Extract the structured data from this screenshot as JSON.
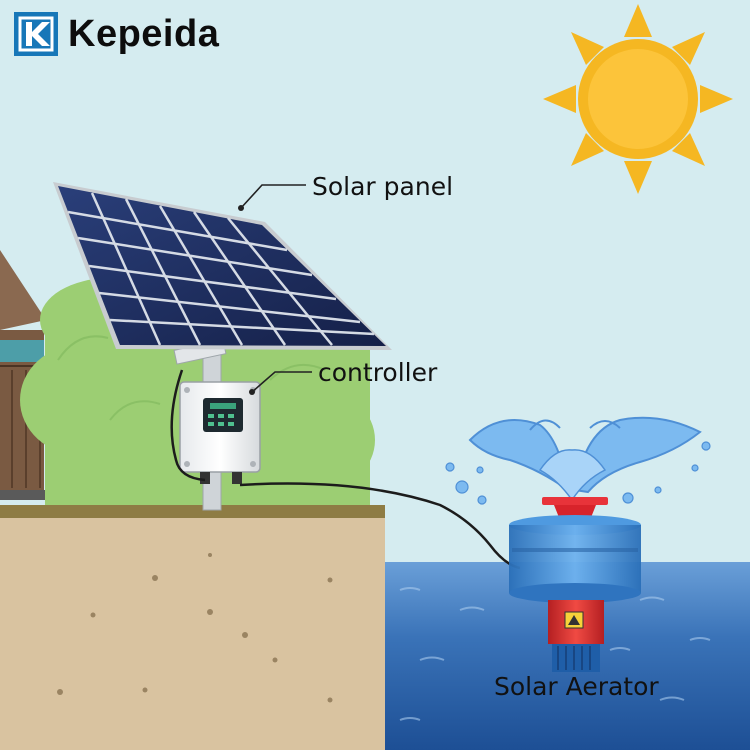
{
  "brand": {
    "name": "Kepeida",
    "logo_icon": "kepeida-k-logo"
  },
  "labels": {
    "solar_panel": "Solar panel",
    "controller": "controller",
    "aerator": "Solar Aerator"
  },
  "colors": {
    "sky": "#d5ecf0",
    "sun": "#f5b722",
    "sun_core": "#fcc43a",
    "water": "#3a73b8",
    "soil": "#d9c3a0",
    "grass": "#8e7c44",
    "panel": "#1c2b5c",
    "aerator_body": "#3f8fd6",
    "aerator_base": "#d73636",
    "bushes": "#9cce73"
  }
}
